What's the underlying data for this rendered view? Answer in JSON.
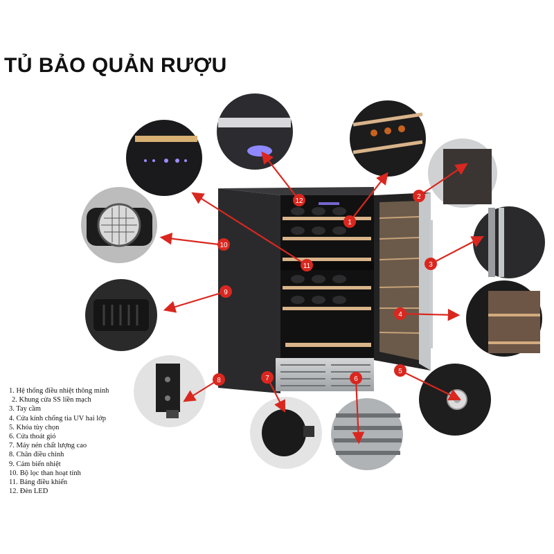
{
  "title": "TỦ BẢO QUẢN RƯỢU",
  "legend": [
    "1. Hệ thống điều nhiệt thông minh",
    "2. Khung cửa SS liền mạch",
    "3. Tay cầm",
    "4. Cửa kính chống tia UV hai lớp",
    "5. Khóa tùy chọn",
    "6. Cửa thoát gió",
    "7. Máy nén chất lượng cao",
    "8. Chân điều chỉnh",
    "9. Cảm biến nhiệt",
    "10. Bộ lọc than hoạt tính",
    "11. Bảng điều khiển",
    "12. Đèn LED"
  ],
  "badges": [
    "1",
    "2",
    "3",
    "4",
    "5",
    "6",
    "7",
    "8",
    "9",
    "10",
    "11",
    "12"
  ],
  "colors": {
    "badge": "#d9271f",
    "arrow": "#d9271f",
    "cabinet": "#1d1d1f",
    "steel": "#b9bcbf"
  }
}
